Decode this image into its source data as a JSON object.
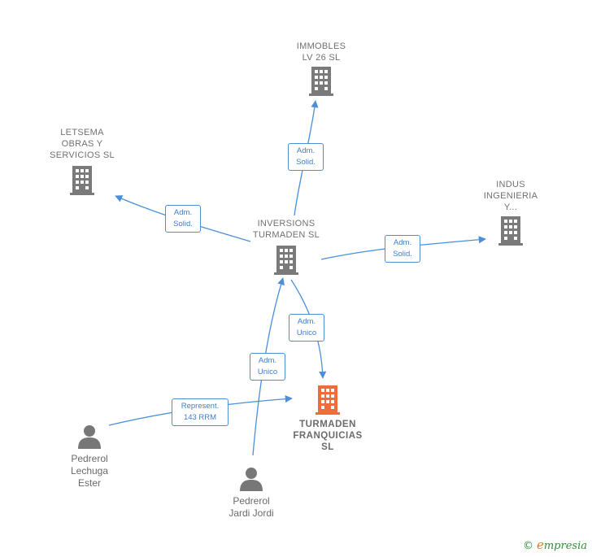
{
  "colors": {
    "company": "#7a7a7a",
    "focus_company": "#f26b3a",
    "person": "#777777",
    "edge": "#4a8fd8",
    "brand_green": "#2f8f3a",
    "brand_orange": "#e07b1a"
  },
  "nodes": {
    "immobles": {
      "label": "IMMOBLES\nLV 26 SL"
    },
    "letsema": {
      "label": "LETSEMA\nOBRAS Y\nSERVICIOS  SL"
    },
    "indus": {
      "label": "INDUS\nINGENIERIA\nY..."
    },
    "inversions": {
      "label": "INVERSIONS\nTURMADEN  SL"
    },
    "turmaden": {
      "label": "TURMADEN\nFRANQUICIAS\nSL"
    },
    "pedrerol_lechuga": {
      "label": "Pedrerol\nLechuga\nEster"
    },
    "pedrerol_jardi": {
      "label": "Pedrerol\nJardi Jordi"
    }
  },
  "edges": {
    "to_immobles": "Adm.\nSolid.",
    "to_letsema": "Adm.\nSolid.",
    "to_indus": "Adm.\nSolid.",
    "to_turmaden": "Adm.\nUnico",
    "jardi_to_inversions": "Adm.\nUnico",
    "lechuga_to_turmaden": "Represent.\n143 RRM"
  },
  "brand": {
    "copyright": "©",
    "name_initial": "e",
    "name_rest": "mpresia"
  }
}
